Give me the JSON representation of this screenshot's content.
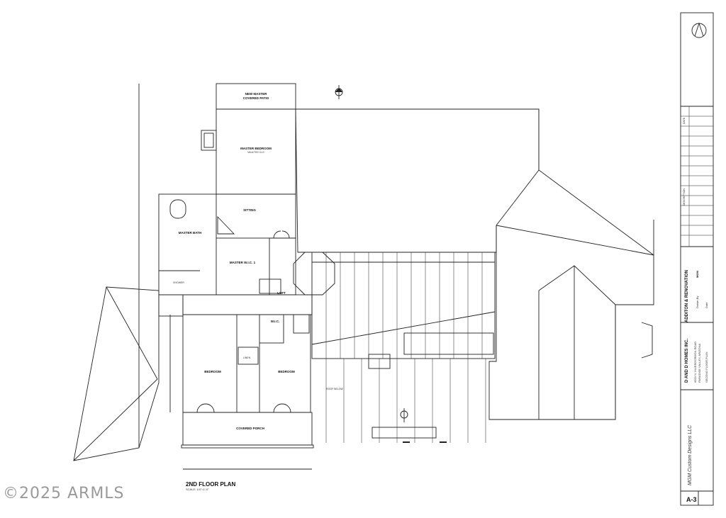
{
  "watermark": "©2025 ARMLS",
  "plan": {
    "title": "2ND FLOOR PLAN",
    "scale": "SCALE: 1/4\"=1'-0\"",
    "rooms": {
      "patio": [
        "NEW MASTER",
        "COVERED PATIO"
      ],
      "master_bedroom": "MASTER BEDROOM",
      "master_bedroom_note": "VAULTED CLG",
      "sitting": "SITTING",
      "master_bath": "MASTER BATH",
      "master_wic": "MASTER W.I.C. 1",
      "shower": "SHOWER",
      "loft": "LOFT",
      "wic": "W.I.C.",
      "linen": "LINEN",
      "bedroom_left": "BEDROOM",
      "bedroom_right": "BEDROOM",
      "covered_porch": "COVERED PORCH",
      "roof_below": "ROOF BELOW"
    }
  },
  "title_block": {
    "company": "ADDITON & RENOVATION",
    "drawn_by_label": "Drawn By",
    "drawn_by": "MGM",
    "date_label": "Date",
    "client": "D AND D HOMES INC.",
    "address": [
      "6919 N. INVERGORDON ROAD",
      "PARADISE VALLEY, ARIZONA"
    ],
    "sheet_name": "SECOND FLOOR PLAN",
    "designer": "MGM Custom Designs LLC",
    "sheet_number": "A-3",
    "description_label": "DESCRIPTION",
    "date_col_label": "DATE"
  }
}
